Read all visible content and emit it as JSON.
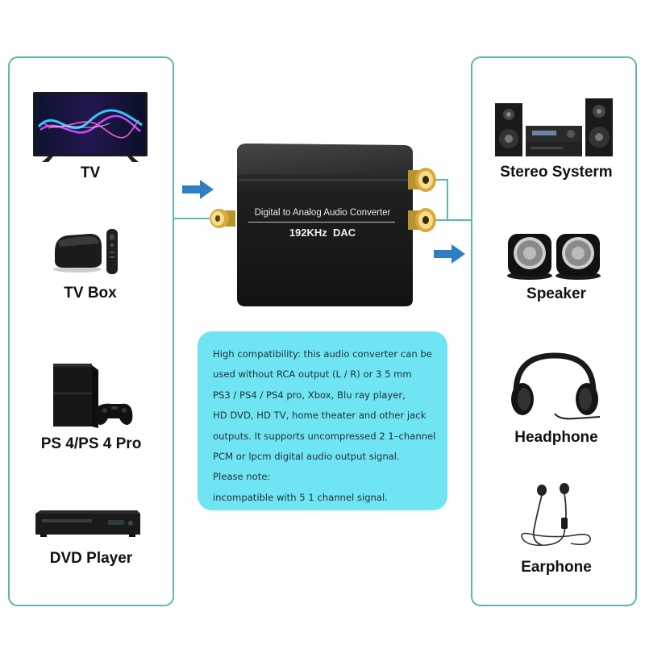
{
  "sources": [
    {
      "label": "TV",
      "icon": "tv-icon"
    },
    {
      "label": "TV Box",
      "icon": "tv-box-icon"
    },
    {
      "label": "PS 4/PS 4 Pro",
      "icon": "game-console-icon"
    },
    {
      "label": "DVD Player",
      "icon": "dvd-player-icon"
    }
  ],
  "outputs": [
    {
      "label": "Stereo Systerm",
      "icon": "stereo-system-icon"
    },
    {
      "label": "Speaker",
      "icon": "speaker-icon"
    },
    {
      "label": "Headphone",
      "icon": "headphone-icon"
    },
    {
      "label": "Earphone",
      "icon": "earphone-icon"
    }
  ],
  "device": {
    "title": "Digital to Analog Audio Converter",
    "subtitle": "192KHz  DAC"
  },
  "info": {
    "lines": [
      "High compatibility: this audio converter can be",
      "used without RCA output (L / R) or 3 5 mm",
      "PS3 / PS4 / PS4 pro, Xbox, Blu ray player,",
      "HD DVD, HD TV, home theater and other jack",
      "outputs. It supports uncompressed 2 1–channel",
      "PCM or lpcm digital audio output signal.",
      "Please note:",
      "incompatible with 5 1 channel signal."
    ]
  },
  "colors": {
    "panel_border": "#58b9ae",
    "arrow": "#2f7fc4",
    "info_bg": "#6fe4f2"
  }
}
